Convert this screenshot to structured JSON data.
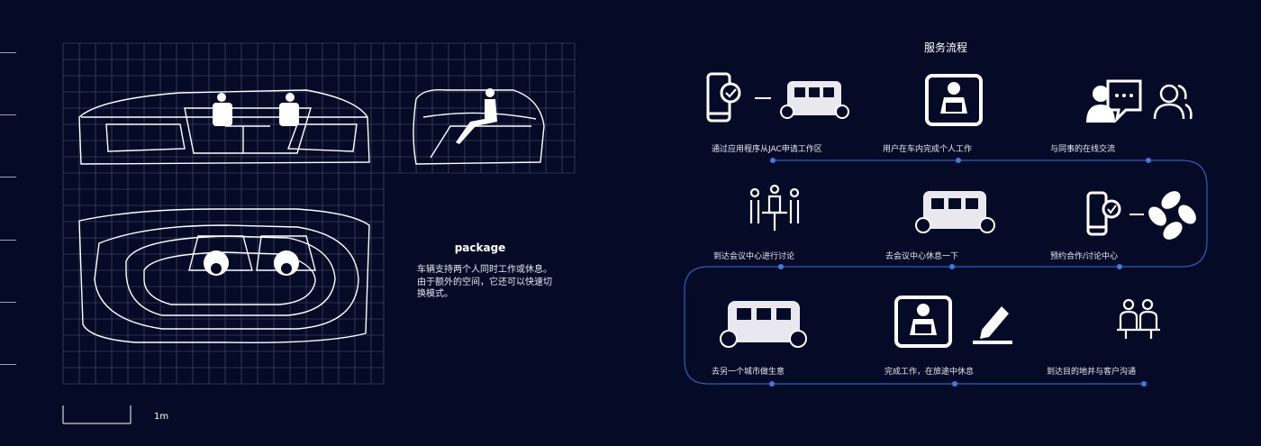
{
  "package": {
    "title": "package",
    "description": "车辆支持两个人同时工作或休息。由于额外的空间，它还可以快速切换模式。"
  },
  "scale": {
    "label": "1m"
  },
  "service": {
    "title": "服务流程",
    "steps": [
      {
        "label": "通过应用程序从JAC申请工作区",
        "icons": [
          "phone-check-icon",
          "vehicle-icon"
        ]
      },
      {
        "label": "用户在车内完成个人工作",
        "icons": [
          "worker-at-desk-icon"
        ]
      },
      {
        "label": "与同事的在线交流",
        "icons": [
          "chat-user-icon",
          "users-icon"
        ]
      },
      {
        "label": "到达会议中心进行讨论",
        "icons": [
          "meeting-icon"
        ]
      },
      {
        "label": "去会议中心休息一下",
        "icons": [
          "vehicle-icon"
        ]
      },
      {
        "label": "预约合作/讨论中心",
        "icons": [
          "phone-check-icon",
          "jac-logo-icon"
        ]
      },
      {
        "label": "去另一个城市做生意",
        "icons": [
          "vehicle-icon"
        ]
      },
      {
        "label": "完成工作，在旅途中休息",
        "icons": [
          "worker-at-desk-icon",
          "pen-icon"
        ]
      },
      {
        "label": "到达目的地并与客户沟通",
        "icons": [
          "client-meeting-icon"
        ]
      }
    ]
  },
  "colors": {
    "background": "#050b26",
    "grid": "#8a93ad",
    "flow_line": "#2f5fb8",
    "flow_node": "#3d7be0",
    "icon": "#ffffff"
  }
}
